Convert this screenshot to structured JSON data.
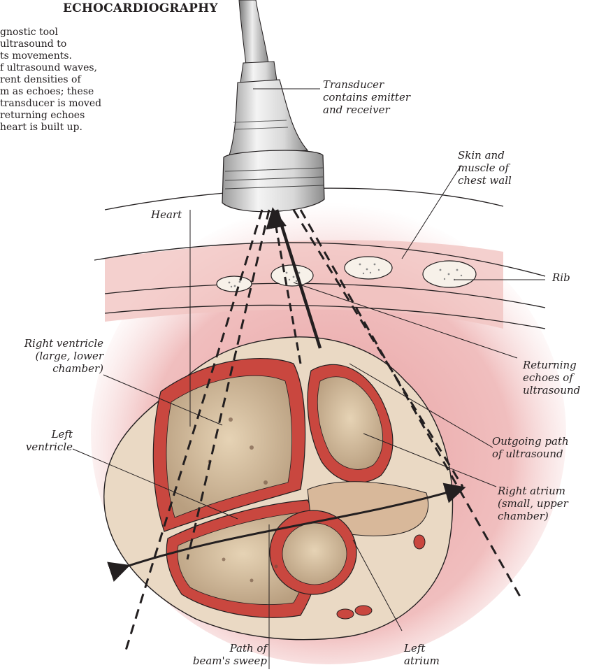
{
  "title": "ECHOCARDIOGRAPHY",
  "intro_lines": [
    "gnostic tool",
    "ultrasound to",
    "ts movements.",
    "f ultrasound waves,",
    "rent densities of",
    "m as echoes; these",
    "transducer is moved",
    "returning echoes",
    "heart is built up."
  ],
  "labels": {
    "transducer": [
      "Transducer",
      "contains emitter",
      "and receiver"
    ],
    "skin": [
      "Skin and",
      "muscle of",
      "chest wall"
    ],
    "heart": [
      "Heart"
    ],
    "rib": [
      "Rib"
    ],
    "right_ventricle": [
      "Right ventricle",
      "(large, lower",
      "chamber)"
    ],
    "returning_echoes": [
      "Returning",
      "echoes of",
      "ultrasound"
    ],
    "left_ventricle": [
      "Left",
      "ventricle"
    ],
    "outgoing_path": [
      "Outgoing path",
      "of ultrasound"
    ],
    "right_atrium": [
      "Right atrium",
      "(small, upper",
      "chamber)"
    ],
    "path_of_sweep": [
      "Path of",
      "beam's sweep"
    ],
    "left_atrium": [
      "Left",
      "atrium"
    ]
  },
  "colors": {
    "glow": "#e7a3a4",
    "muscle": "#c9473f",
    "chamber_fill": "#d9c3a5",
    "chest_tint": "#f4d0cc",
    "ink": "#231f20"
  }
}
